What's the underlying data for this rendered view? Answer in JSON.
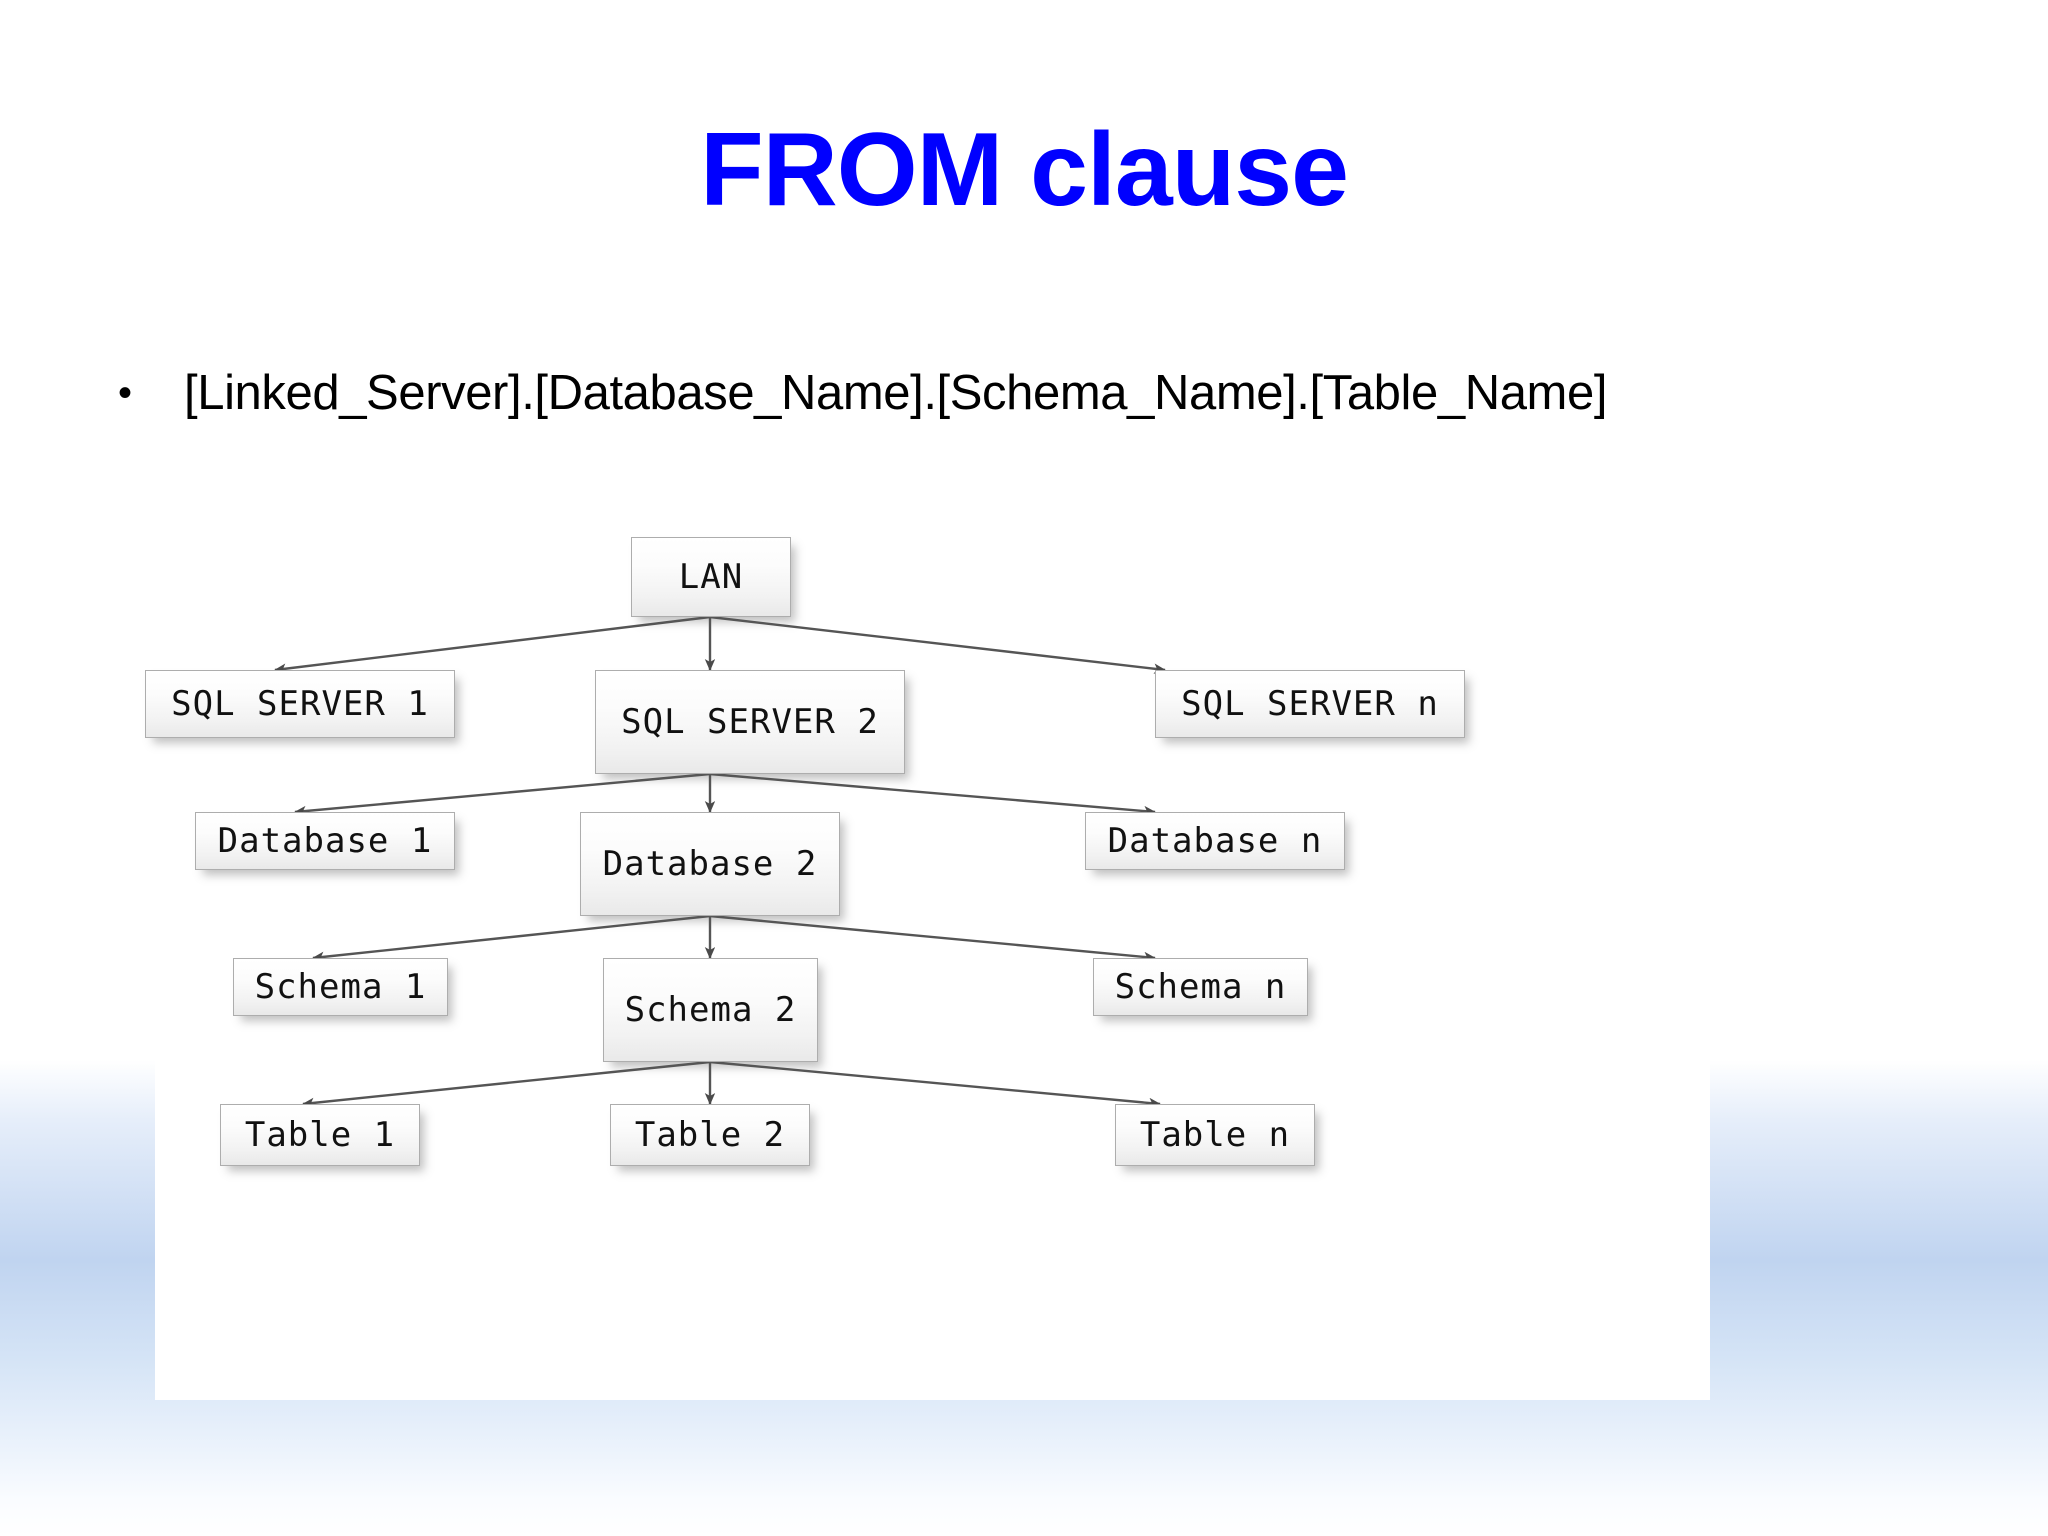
{
  "slide": {
    "title": "FROM clause",
    "title_color": "#0000ff",
    "bullet_marker": "•",
    "bullet_text": "[Linked_Server].[Database_Name].[Schema_Name].[Table_Name]"
  },
  "diagram": {
    "type": "tree",
    "node_font": "monospace",
    "levels": [
      {
        "name": "lan",
        "nodes": [
          {
            "id": "lan",
            "label": "LAN"
          }
        ]
      },
      {
        "name": "servers",
        "nodes": [
          {
            "id": "server1",
            "label": "SQL SERVER 1"
          },
          {
            "id": "server2",
            "label": "SQL SERVER 2"
          },
          {
            "id": "servern",
            "label": "SQL SERVER n"
          }
        ]
      },
      {
        "name": "databases",
        "nodes": [
          {
            "id": "db1",
            "label": "Database 1"
          },
          {
            "id": "db2",
            "label": "Database 2"
          },
          {
            "id": "dbn",
            "label": "Database n"
          }
        ]
      },
      {
        "name": "schemas",
        "nodes": [
          {
            "id": "schema1",
            "label": "Schema 1"
          },
          {
            "id": "schema2",
            "label": "Schema 2"
          },
          {
            "id": "scheman",
            "label": "Schema n"
          }
        ]
      },
      {
        "name": "tables",
        "nodes": [
          {
            "id": "table1",
            "label": "Table 1"
          },
          {
            "id": "table2",
            "label": "Table 2"
          },
          {
            "id": "tablen",
            "label": "Table n"
          }
        ]
      }
    ],
    "edges": [
      {
        "from": "lan",
        "to": "server1"
      },
      {
        "from": "lan",
        "to": "server2"
      },
      {
        "from": "lan",
        "to": "servern"
      },
      {
        "from": "server2",
        "to": "db1"
      },
      {
        "from": "server2",
        "to": "db2"
      },
      {
        "from": "server2",
        "to": "dbn"
      },
      {
        "from": "db2",
        "to": "schema1"
      },
      {
        "from": "db2",
        "to": "schema2"
      },
      {
        "from": "db2",
        "to": "scheman"
      },
      {
        "from": "schema2",
        "to": "table1"
      },
      {
        "from": "schema2",
        "to": "table2"
      },
      {
        "from": "schema2",
        "to": "tablen"
      }
    ]
  }
}
